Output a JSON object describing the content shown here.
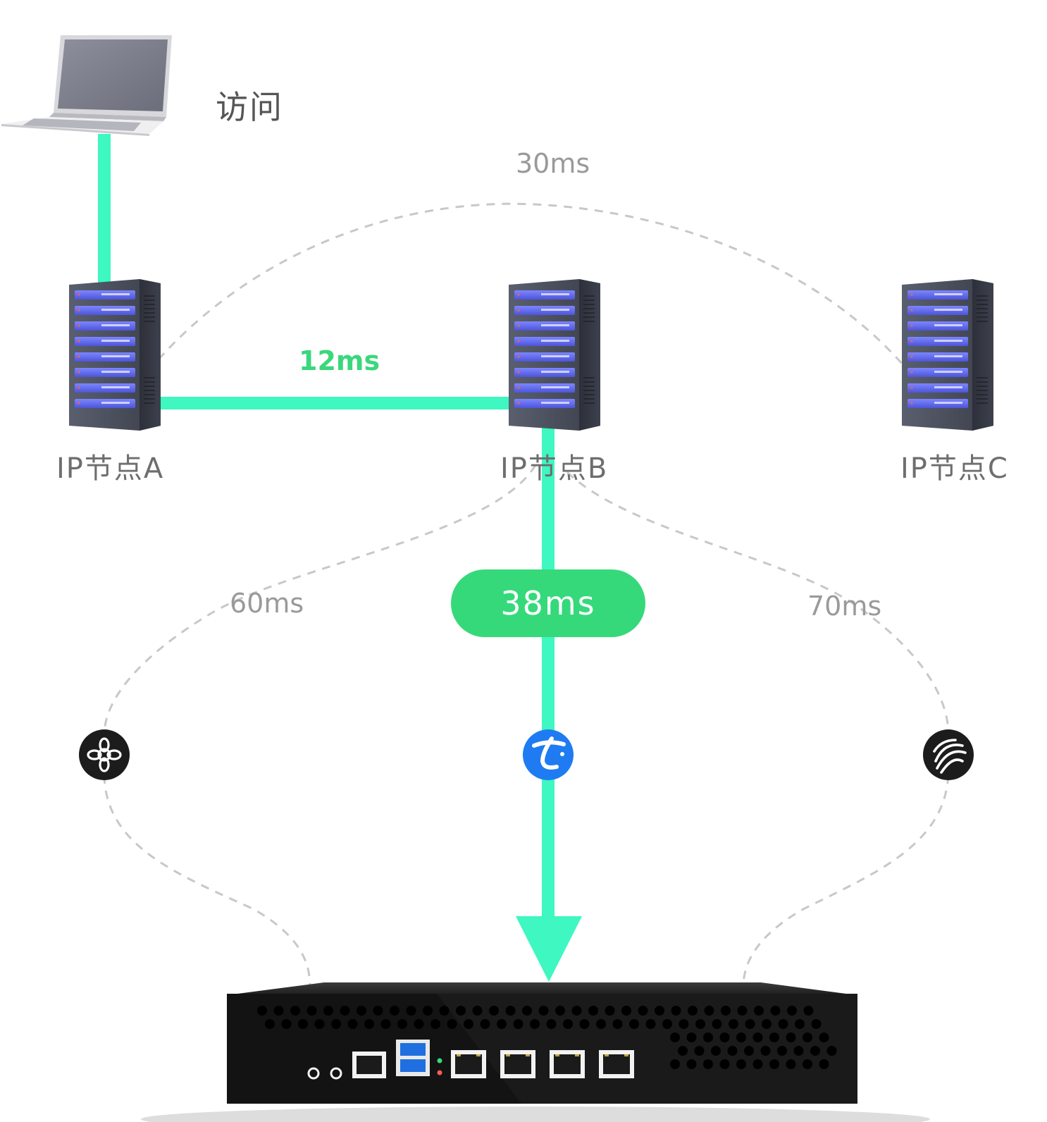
{
  "access_label": "访问",
  "nodes": [
    {
      "label": "IP节点A"
    },
    {
      "label": "IP节点B"
    },
    {
      "label": "IP节点C"
    }
  ],
  "latencies": {
    "a_to_c": "30ms",
    "a_to_b": "12ms",
    "b_to_unicom": "60ms",
    "b_to_router": "38ms",
    "b_to_mobile": "70ms"
  },
  "carriers": [
    {
      "icon": "china-unicom-icon"
    },
    {
      "icon": "china-telecom-icon"
    },
    {
      "icon": "china-mobile-icon"
    }
  ],
  "colors": {
    "active_path": "#3ef7c1",
    "pill": "#35d97a",
    "highlight_text": "#3ad77c",
    "dashed_path": "#c8c8c8",
    "telecom_blue": "#1f7bf2"
  }
}
